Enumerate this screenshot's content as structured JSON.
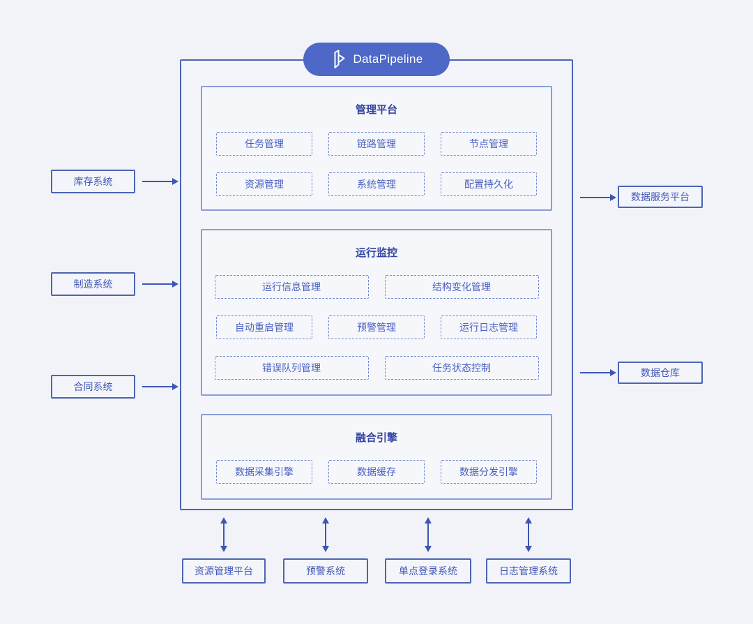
{
  "logo": {
    "label": "DataPipeline",
    "icon": "datapipeline-prism-icon"
  },
  "colors": {
    "background": "#f1f3f8",
    "pill_blue": "#4d68c6",
    "solid_border_blue": "#4c64b4",
    "section_border_blue": "#8a9cd9",
    "dashed_border_blue": "#6e85d0",
    "title_blue": "#3343a2",
    "item_text_blue": "#4a5fc2",
    "arrow_blue": "#3d55b4"
  },
  "left_systems": [
    {
      "label": "库存系统"
    },
    {
      "label": "制造系统"
    },
    {
      "label": "合同系统"
    }
  ],
  "right_systems": [
    {
      "label": "数据服务平台"
    },
    {
      "label": "数据仓库"
    }
  ],
  "bottom_systems": [
    {
      "label": "资源管理平台"
    },
    {
      "label": "预警系统"
    },
    {
      "label": "单点登录系统"
    },
    {
      "label": "日志管理系统"
    }
  ],
  "sections": [
    {
      "title": "管理平台",
      "rows": [
        [
          "任务管理",
          "链路管理",
          "节点管理"
        ],
        [
          "资源管理",
          "系统管理",
          "配置持久化"
        ]
      ]
    },
    {
      "title": "运行监控",
      "rows": [
        [
          "运行信息管理",
          "结构变化管理"
        ],
        [
          "自动重启管理",
          "预警管理",
          "运行日志管理"
        ],
        [
          "错误队列管理",
          "任务状态控制"
        ]
      ]
    },
    {
      "title": "融合引擎",
      "rows": [
        [
          "数据采集引擎",
          "数据缓存",
          "数据分发引擎"
        ]
      ]
    }
  ]
}
